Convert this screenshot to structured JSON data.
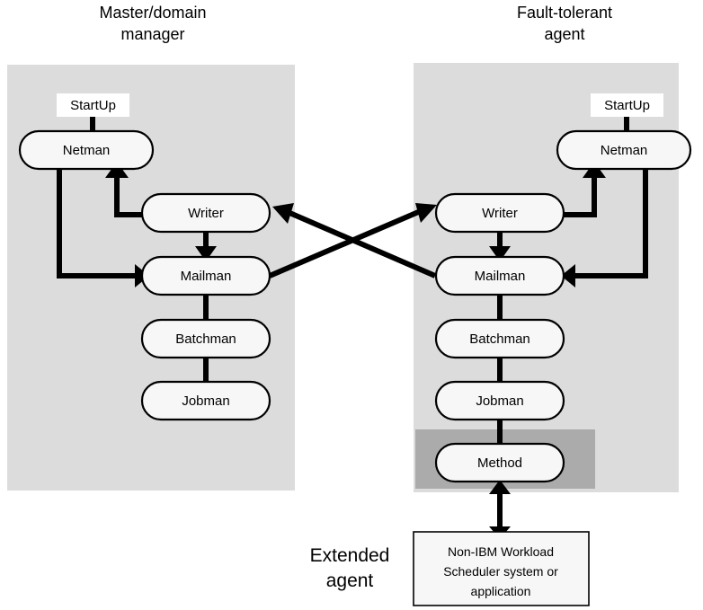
{
  "figure": {
    "kind": "architecture-diagram",
    "background": "#ffffff"
  },
  "colors": {
    "panel_light": "#dcdcdc",
    "panel_dark": "#ababab",
    "node_fill": "#f7f7f7",
    "startup_fill": "#ffffff",
    "stroke": "#000000"
  },
  "titles": {
    "master_line1": "Master/domain",
    "master_line2": "manager",
    "fault_line1": "Fault-tolerant",
    "fault_line2": "agent",
    "extended_line1": "Extended",
    "extended_line2": "agent"
  },
  "master_panel": {
    "name": "Master/domain manager",
    "startup": "StartUp",
    "nodes": [
      {
        "id": "m-netman",
        "label": "Netman"
      },
      {
        "id": "m-writer",
        "label": "Writer"
      },
      {
        "id": "m-mailman",
        "label": "Mailman"
      },
      {
        "id": "m-batchman",
        "label": "Batchman"
      },
      {
        "id": "m-jobman",
        "label": "Jobman"
      }
    ]
  },
  "fault_panel": {
    "name": "Fault-tolerant agent",
    "startup": "StartUp",
    "nodes": [
      {
        "id": "f-netman",
        "label": "Netman"
      },
      {
        "id": "f-writer",
        "label": "Writer"
      },
      {
        "id": "f-mailman",
        "label": "Mailman"
      },
      {
        "id": "f-batchman",
        "label": "Batchman"
      },
      {
        "id": "f-jobman",
        "label": "Jobman"
      },
      {
        "id": "f-method",
        "label": "Method"
      }
    ]
  },
  "extended_agent": {
    "name": "Extended agent",
    "box_line1": "Non-IBM Workload",
    "box_line2": "Scheduler system or",
    "box_line3": "application"
  },
  "connections": [
    {
      "from": "StartUp",
      "to": "Netman (master)",
      "style": "plain"
    },
    {
      "from": "Netman (master)",
      "to": "Mailman (master)",
      "style": "arrow"
    },
    {
      "from": "Writer (master)",
      "to": "Netman (master)",
      "style": "arrow"
    },
    {
      "from": "Writer (master)",
      "to": "Mailman (master)",
      "style": "arrow"
    },
    {
      "from": "Mailman (master)",
      "to": "Batchman (master)",
      "style": "plain"
    },
    {
      "from": "Batchman (master)",
      "to": "Jobman (master)",
      "style": "plain"
    },
    {
      "from": "Mailman (master)",
      "to": "Writer (agent)",
      "style": "arrow"
    },
    {
      "from": "Mailman (agent)",
      "to": "Writer (master)",
      "style": "arrow"
    },
    {
      "from": "StartUp",
      "to": "Netman (agent)",
      "style": "plain"
    },
    {
      "from": "Netman (agent)",
      "to": "Mailman (agent)",
      "style": "arrow"
    },
    {
      "from": "Writer (agent)",
      "to": "Netman (agent)",
      "style": "arrow"
    },
    {
      "from": "Writer (agent)",
      "to": "Mailman (agent)",
      "style": "arrow"
    },
    {
      "from": "Mailman (agent)",
      "to": "Batchman (agent)",
      "style": "plain"
    },
    {
      "from": "Batchman (agent)",
      "to": "Jobman (agent)",
      "style": "plain"
    },
    {
      "from": "Jobman (agent)",
      "to": "Method",
      "style": "plain"
    },
    {
      "from": "Method",
      "to": "Non-IBM Workload Scheduler system or application",
      "style": "double-arrow"
    }
  ]
}
